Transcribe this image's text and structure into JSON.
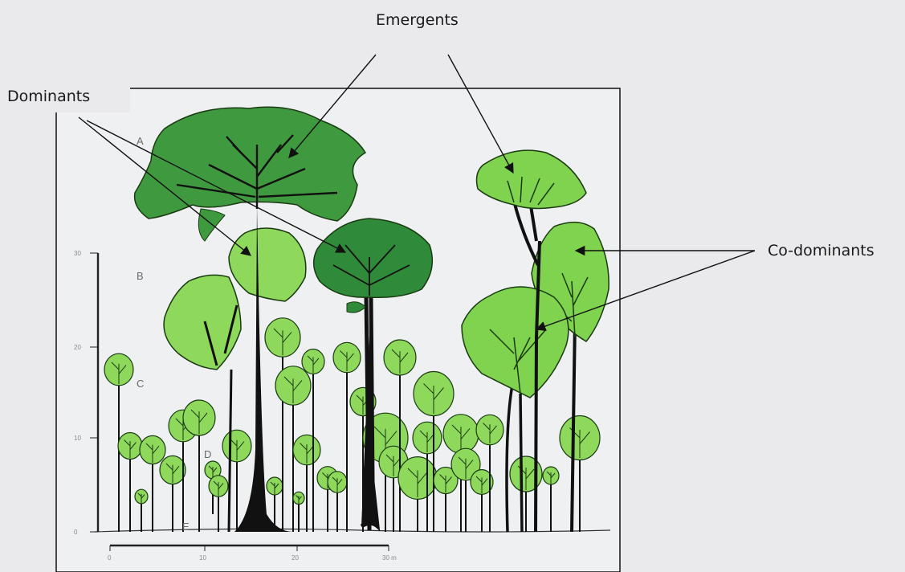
{
  "callouts": {
    "emergents": "Emergents",
    "dominants": "Dominants",
    "co_dominants": "Co-dominants"
  },
  "layers": [
    "A",
    "B",
    "C",
    "D",
    "E"
  ],
  "height_scale": {
    "ticks": [
      "0",
      "10",
      "20",
      "30"
    ]
  },
  "distance_scale": {
    "ticks": [
      "0",
      "10",
      "20",
      "30 m"
    ]
  },
  "colors": {
    "background": "#eaeaec",
    "panel": "#eef0f2",
    "emergent_green": "#3f9a3f",
    "dominant_green": "#2f8a3a",
    "codominant_green": "#7fd34e",
    "understory_green": "#8ed95c",
    "trunk": "#111111",
    "outline": "#1a3a12"
  }
}
